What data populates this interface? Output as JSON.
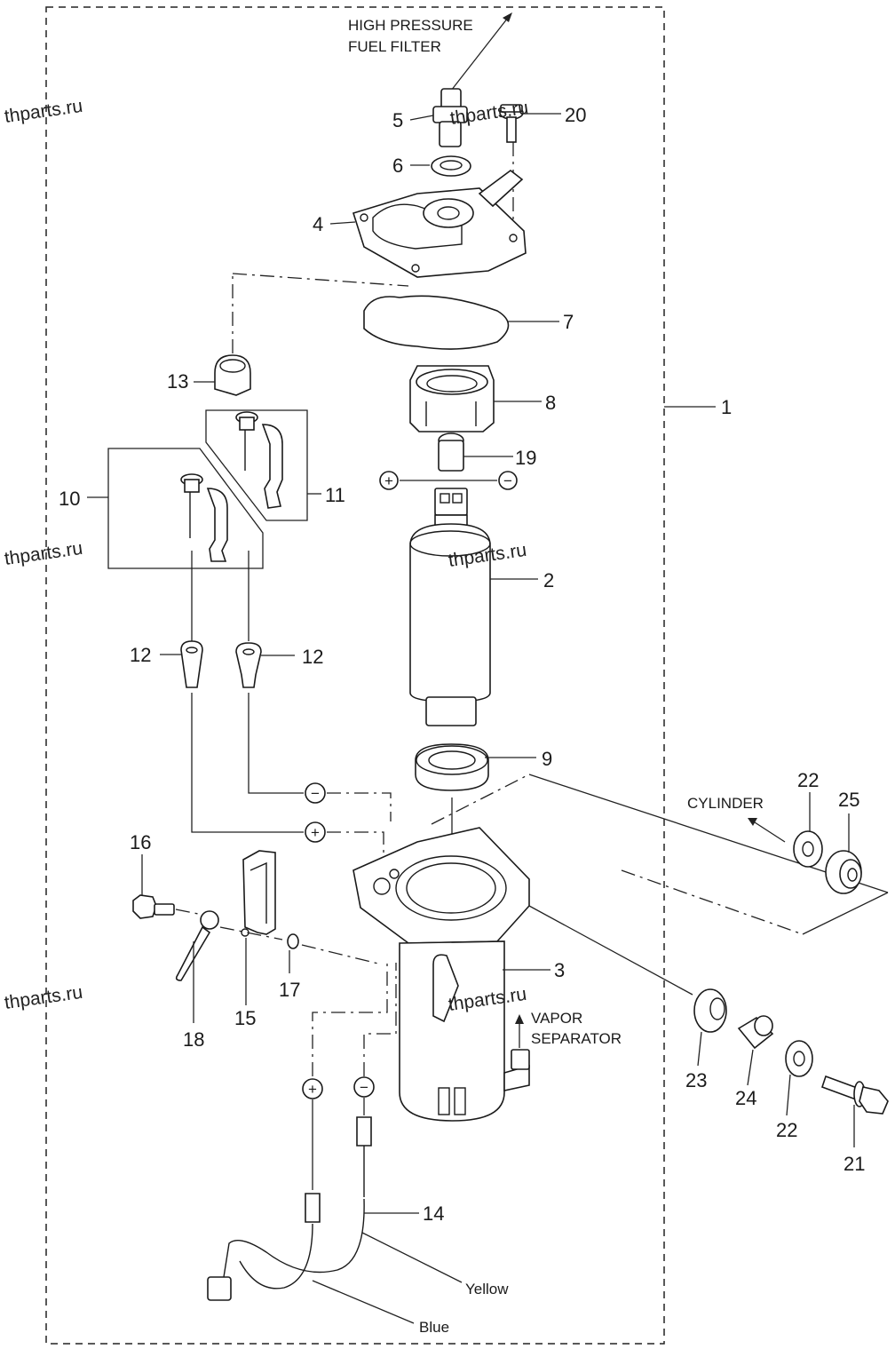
{
  "notes": {
    "high_pressure_line1": "HIGH PRESSURE",
    "high_pressure_line2": "FUEL  FILTER",
    "cylinder": "CYLINDER",
    "vapor_line1": "VAPOR",
    "vapor_line2": "SEPARATOR",
    "yellow": "Yellow",
    "blue": "Blue"
  },
  "watermark": "thparts.ru",
  "polarity": {
    "plus": "+",
    "minus": "−"
  },
  "callouts": {
    "c1": "1",
    "c2": "2",
    "c3": "3",
    "c4": "4",
    "c5": "5",
    "c6": "6",
    "c7": "7",
    "c8": "8",
    "c9": "9",
    "c10": "10",
    "c11": "11",
    "c12a": "12",
    "c12b": "12",
    "c13": "13",
    "c14": "14",
    "c15": "15",
    "c16": "16",
    "c17": "17",
    "c18": "18",
    "c19": "19",
    "c20": "20",
    "c21": "21",
    "c22a": "22",
    "c22b": "22",
    "c23": "23",
    "c24": "24",
    "c25": "25"
  }
}
